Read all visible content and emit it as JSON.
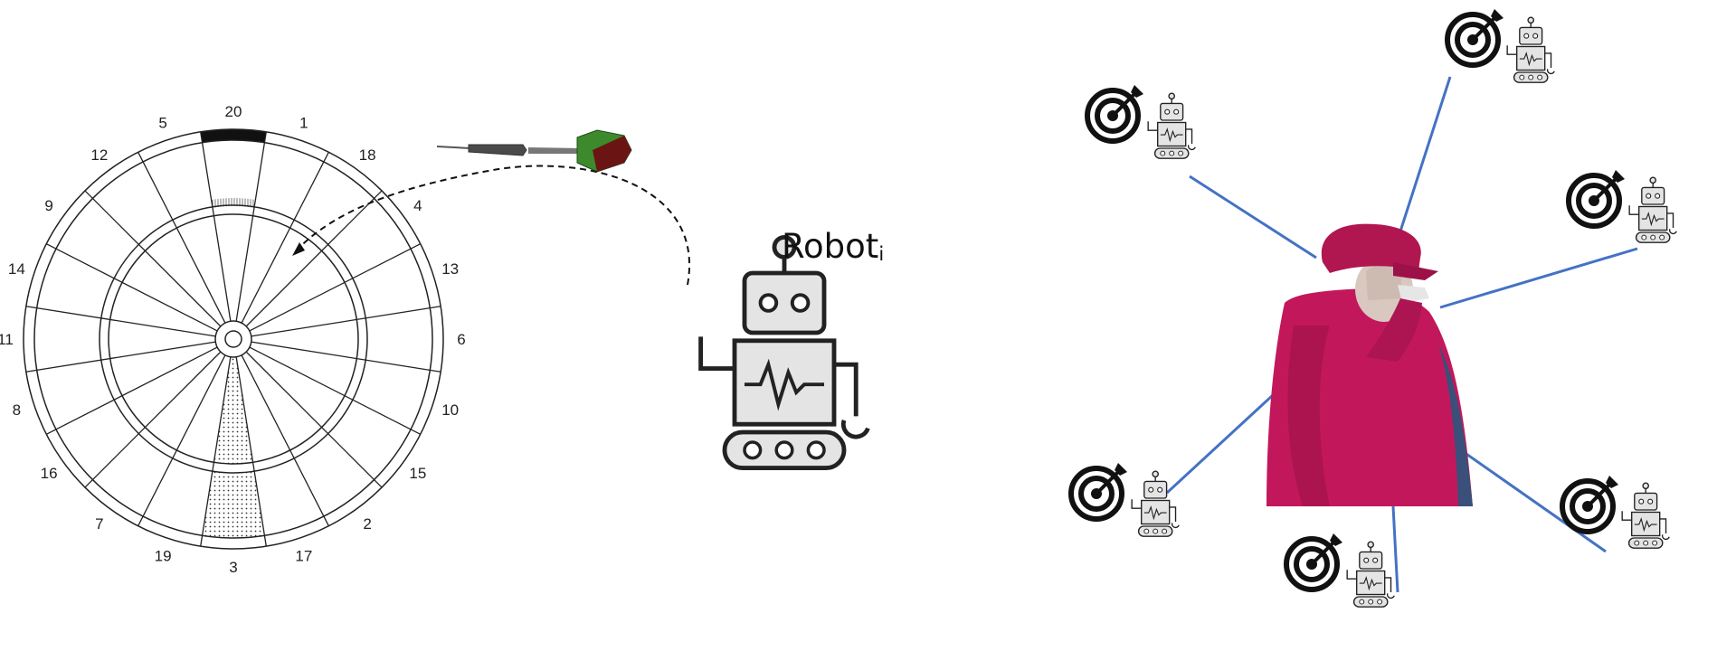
{
  "left_panel": {
    "dartboard": {
      "sector_numbers": [
        "20",
        "1",
        "18",
        "4",
        "13",
        "6",
        "10",
        "15",
        "2",
        "17",
        "3",
        "19",
        "7",
        "16",
        "8",
        "11",
        "14",
        "9",
        "12",
        "5"
      ]
    },
    "robot_label": {
      "name": "Robot",
      "subscript": "i"
    }
  },
  "right_panel": {
    "center_subject": "person",
    "surrounding_robots": 6,
    "connector_color": "#4472c4"
  },
  "colors": {
    "line": "#222222",
    "robot_fill": "#e4e4e4",
    "dart_green": "#3c8a2c",
    "dart_red": "#6b1414",
    "coat": "#c2185b",
    "connector": "#4472c4"
  }
}
